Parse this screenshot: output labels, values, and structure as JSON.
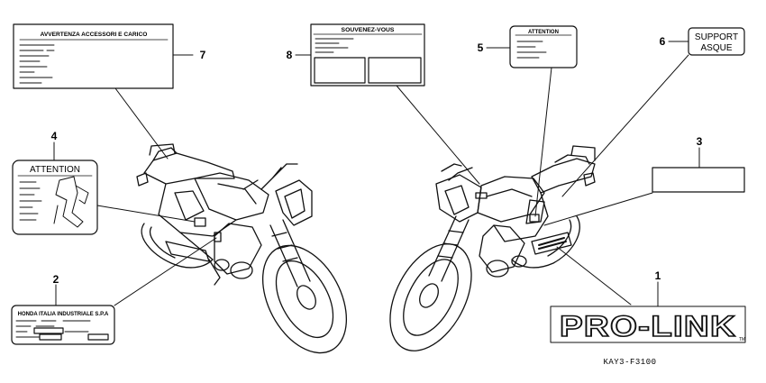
{
  "callouts": [
    {
      "n": "1"
    },
    {
      "n": "2"
    },
    {
      "n": "3"
    },
    {
      "n": "4"
    },
    {
      "n": "5"
    },
    {
      "n": "6"
    },
    {
      "n": "7"
    },
    {
      "n": "8"
    }
  ],
  "labels": {
    "avvertenza_title": "AVVERTENZA ACCESSORI E CARICO",
    "souvenez_title": "SOUVENEZ-VOUS",
    "attention_small": "ATTENTION",
    "support_line1": "SUPPORT",
    "support_line2": "ASQUE",
    "attention_large": "ATTENTION",
    "honda_title": "HONDA ITALIA INDUSTRIALE S.P.A",
    "prolink": "PRO-LINK",
    "tm": "TM"
  },
  "diagram_code": "KAY3-F3100",
  "colors": {
    "ink": "#111111",
    "paper": "#ffffff"
  }
}
